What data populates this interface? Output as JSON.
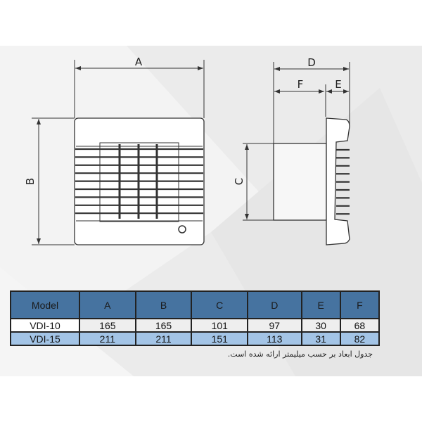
{
  "front_view": {
    "width_label": "A",
    "height_label": "B"
  },
  "side_view": {
    "depth_label": "D",
    "duct_length_label": "F",
    "faceplate_label": "E",
    "duct_height_label": "C"
  },
  "table": {
    "headers": [
      "Model",
      "A",
      "B",
      "C",
      "D",
      "E",
      "F"
    ],
    "rows": [
      [
        "VDI-10",
        "165",
        "165",
        "101",
        "97",
        "30",
        "68"
      ],
      [
        "VDI-15",
        "211",
        "211",
        "151",
        "113",
        "31",
        "82"
      ]
    ],
    "header_color": "#4673a0",
    "alt_row_color": "#a3c4e6"
  },
  "note": "جدول ابعاد بر حسب میلیمتر ارائه شده است."
}
